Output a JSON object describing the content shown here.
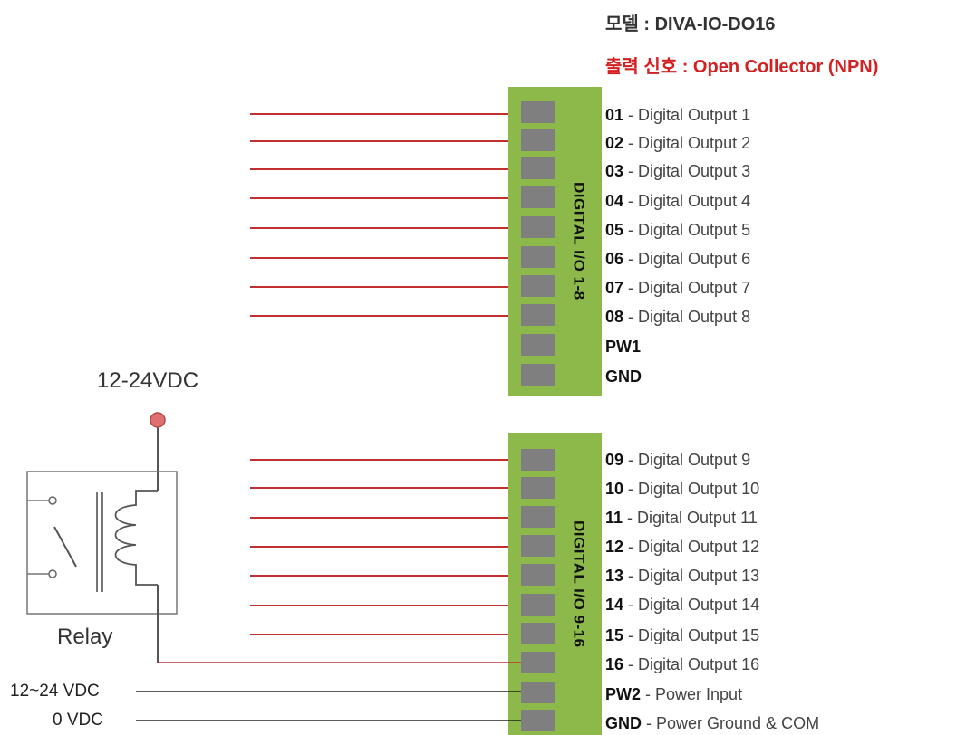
{
  "header": {
    "model": "모델 : DIVA-IO-DO16",
    "signal": "출력 신호 : Open Collector (NPN)"
  },
  "blocks": [
    {
      "label": "DIGITAL I/O 1-8"
    },
    {
      "label": "DIGITAL I/O 9-16"
    }
  ],
  "terminals": [
    {
      "pin": "01",
      "desc": " - Digital Output 1"
    },
    {
      "pin": "02",
      "desc": " - Digital Output 2"
    },
    {
      "pin": "03",
      "desc": " - Digital Output 3"
    },
    {
      "pin": "04",
      "desc": " - Digital Output 4"
    },
    {
      "pin": "05",
      "desc": " - Digital Output 5"
    },
    {
      "pin": "06",
      "desc": " - Digital Output 6"
    },
    {
      "pin": "07",
      "desc": " - Digital Output 7"
    },
    {
      "pin": "08",
      "desc": " - Digital Output 8"
    },
    {
      "pin": "PW1",
      "desc": ""
    },
    {
      "pin": "GND",
      "desc": ""
    },
    {
      "pin": "09",
      "desc": " - Digital Output 9"
    },
    {
      "pin": "10",
      "desc": " - Digital Output 10"
    },
    {
      "pin": "11",
      "desc": " - Digital Output 11"
    },
    {
      "pin": "12",
      "desc": " - Digital Output 12"
    },
    {
      "pin": "13",
      "desc": " - Digital Output 13"
    },
    {
      "pin": "14",
      "desc": " - Digital Output 14"
    },
    {
      "pin": "15",
      "desc": " - Digital Output 15"
    },
    {
      "pin": "16",
      "desc": " - Digital Output 16"
    },
    {
      "pin": "PW2",
      "desc": " - Power Input"
    },
    {
      "pin": "GND",
      "desc": " - Power Ground & COM"
    }
  ],
  "relay": {
    "label": "Relay",
    "supply_label": "12-24VDC"
  },
  "power": {
    "positive": "12~24 VDC",
    "ground": "0 VDC"
  },
  "colors": {
    "terminal_block": "#8db94a",
    "slot": "#7f7f7f",
    "wire": "#c03030",
    "signal_text": "#d42020",
    "supply_node": "#e07070"
  }
}
